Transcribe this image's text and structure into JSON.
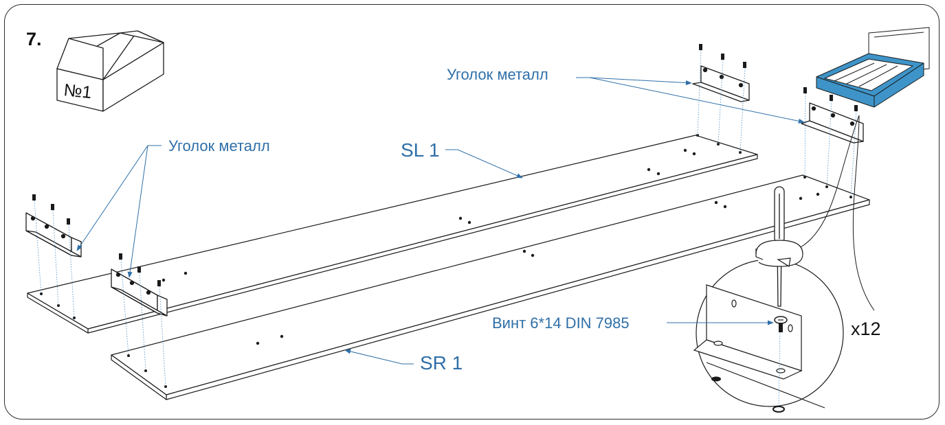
{
  "step": {
    "number": "7."
  },
  "box": {
    "label": "№1"
  },
  "labels": {
    "bracket_top": "Уголок металл",
    "bracket_left": "Уголок металл",
    "panel_sl": "SL 1",
    "panel_sr": "SR 1",
    "screw": "Винт 6*14 DIN 7985",
    "quantity": "x12"
  },
  "colors": {
    "label_blue": "#2f6fa8",
    "bed_accent": "#3e94c8",
    "outline": "#1a1a1a"
  }
}
